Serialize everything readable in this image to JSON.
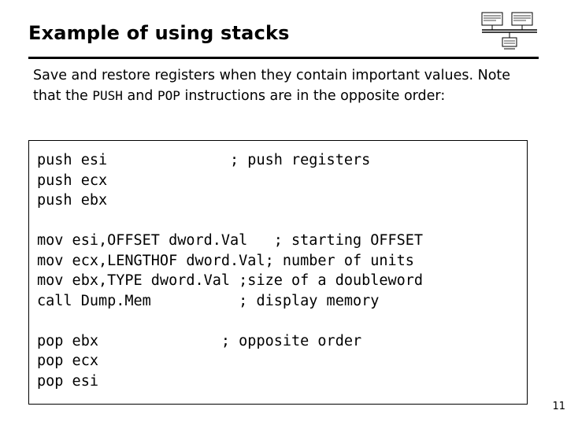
{
  "slide": {
    "title": "Example of using stacks",
    "page_number": "11",
    "intro": {
      "part1": "Save and restore registers when they contain important values. Note that the ",
      "mono1": "PUSH",
      "part2": " and ",
      "mono2": "POP",
      "part3": " instructions are in the opposite order:"
    },
    "code": "push esi              ; push registers\npush ecx\npush ebx\n\nmov esi,OFFSET dword.Val   ; starting OFFSET\nmov ecx,LENGTHOF dword.Val; number of units\nmov ebx,TYPE dword.Val ;size of a doubleword\ncall Dump.Mem          ; display memory\n\npop ebx              ; opposite order\npop ecx\npop esi"
  }
}
